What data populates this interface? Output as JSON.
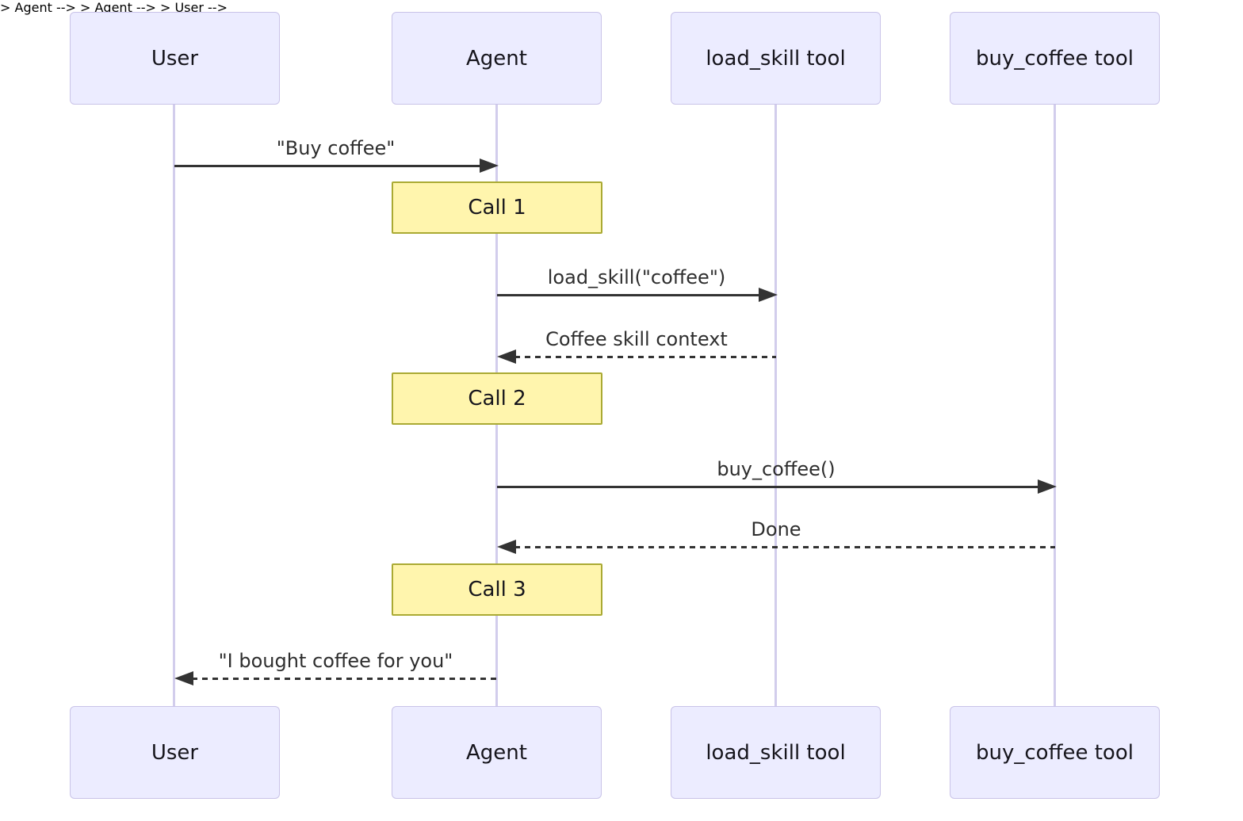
{
  "diagram": {
    "type": "sequence",
    "actors": [
      {
        "id": "user",
        "label": "User"
      },
      {
        "id": "agent",
        "label": "Agent"
      },
      {
        "id": "load-skill-tool",
        "label": "load_skill tool"
      },
      {
        "id": "buy-coffee-tool",
        "label": "buy_coffee tool"
      }
    ],
    "messages": [
      {
        "from": "User",
        "to": "Agent",
        "label": "\"Buy coffee\"",
        "style": "solid"
      },
      {
        "from": "Agent",
        "to": "load_skill tool",
        "label": "load_skill(\"coffee\")",
        "style": "solid"
      },
      {
        "from": "load_skill tool",
        "to": "Agent",
        "label": "Coffee skill context",
        "style": "dashed"
      },
      {
        "from": "Agent",
        "to": "buy_coffee tool",
        "label": "buy_coffee()",
        "style": "solid"
      },
      {
        "from": "buy_coffee tool",
        "to": "Agent",
        "label": "Done",
        "style": "dashed"
      },
      {
        "from": "Agent",
        "to": "User",
        "label": "\"I bought coffee for you\"",
        "style": "dashed"
      }
    ],
    "notes": [
      {
        "over": "Agent",
        "label": "Call 1"
      },
      {
        "over": "Agent",
        "label": "Call 2"
      },
      {
        "over": "Agent",
        "label": "Call 3"
      }
    ],
    "colors": {
      "actor_fill": "#ECECFF",
      "actor_border": "#C9C3E8",
      "lifeline": "#D2CDEC",
      "note_fill": "#FFF5AD",
      "note_border": "#AAAA33",
      "arrow": "#333333"
    }
  }
}
